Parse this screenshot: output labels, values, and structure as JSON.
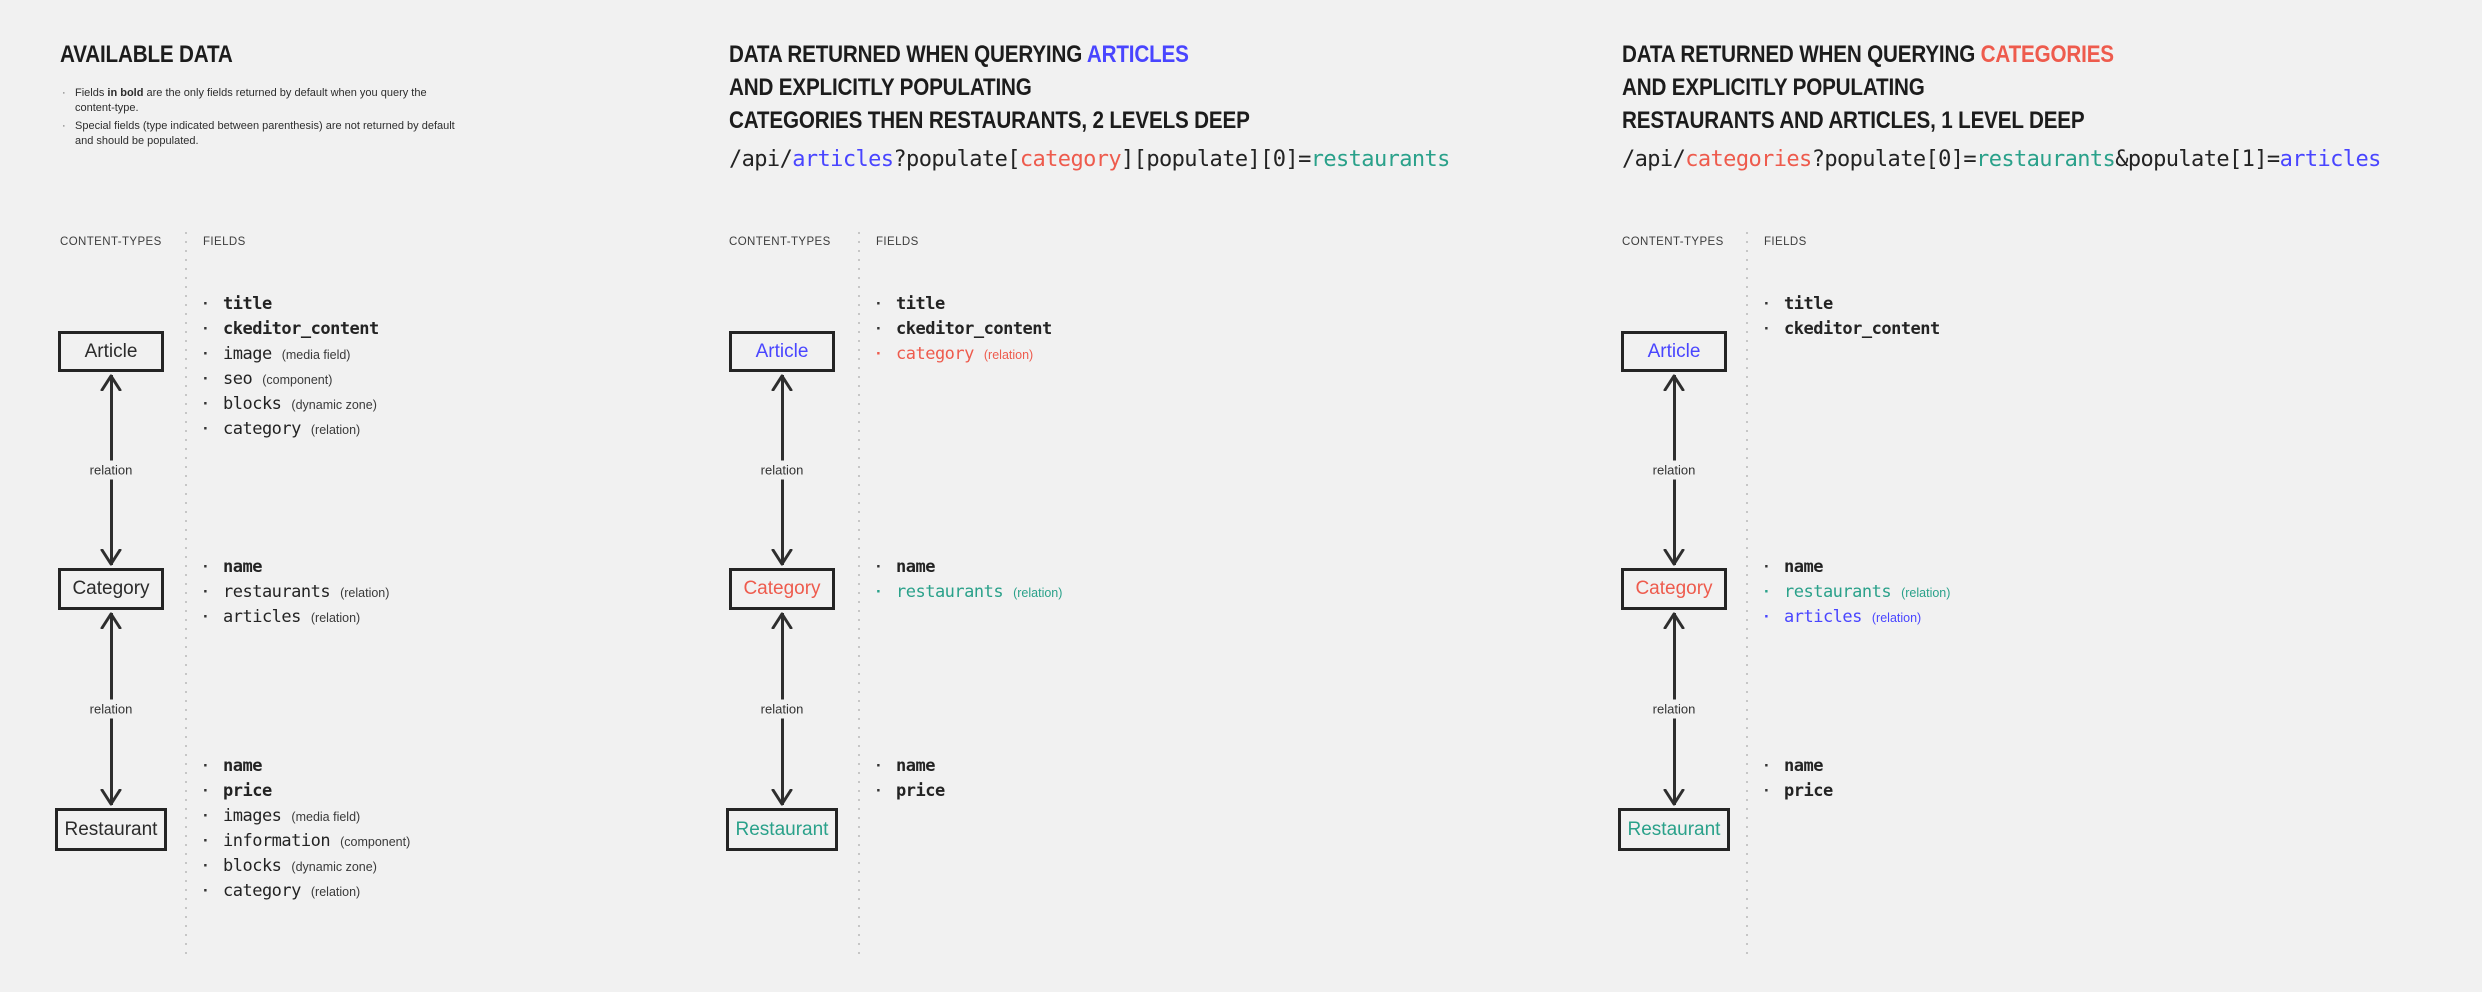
{
  "colors": {
    "blue": "#4945ff",
    "red": "#ee5b4d",
    "teal": "#2aa18a",
    "dark": "#212121",
    "background": "#f1f1f1"
  },
  "shared": {
    "content_types_label": "CONTENT-TYPES",
    "fields_label": "FIELDS",
    "relation_label": "relation"
  },
  "columns": [
    {
      "id": "available-data",
      "title_lines": [
        {
          "text": "AVAILABLE DATA"
        }
      ],
      "notes": [
        {
          "parts": [
            {
              "text": "Fields "
            },
            {
              "text": "in bold",
              "bold": true
            },
            {
              "text": " are the only fields returned by default when you query the content-type."
            }
          ]
        },
        {
          "parts": [
            {
              "text": "Special fields (type indicated between parenthesis) are not returned by default and should be populated."
            }
          ]
        }
      ],
      "code": null,
      "boxes": [
        {
          "label": "Article",
          "color": null
        },
        {
          "label": "Category",
          "color": null
        },
        {
          "label": "Restaurant",
          "color": null
        }
      ],
      "fields": {
        "article": [
          {
            "name": "title",
            "bold": true,
            "type": null,
            "color": null
          },
          {
            "name": "ckeditor_content",
            "bold": true,
            "type": null,
            "color": null
          },
          {
            "name": "image",
            "bold": false,
            "type": "(media field)",
            "color": null
          },
          {
            "name": "seo",
            "bold": false,
            "type": "(component)",
            "color": null
          },
          {
            "name": "blocks",
            "bold": false,
            "type": "(dynamic zone)",
            "color": null
          },
          {
            "name": "category",
            "bold": false,
            "type": "(relation)",
            "color": null
          }
        ],
        "category": [
          {
            "name": "name",
            "bold": true,
            "type": null,
            "color": null
          },
          {
            "name": "restaurants",
            "bold": false,
            "type": "(relation)",
            "color": null
          },
          {
            "name": "articles",
            "bold": false,
            "type": "(relation)",
            "color": null
          }
        ],
        "restaurant": [
          {
            "name": "name",
            "bold": true,
            "type": null,
            "color": null
          },
          {
            "name": "price",
            "bold": true,
            "type": null,
            "color": null
          },
          {
            "name": "images",
            "bold": false,
            "type": "(media field)",
            "color": null
          },
          {
            "name": "information",
            "bold": false,
            "type": "(component)",
            "color": null
          },
          {
            "name": "blocks",
            "bold": false,
            "type": "(dynamic zone)",
            "color": null
          },
          {
            "name": "category",
            "bold": false,
            "type": "(relation)",
            "color": null
          }
        ]
      }
    },
    {
      "id": "query-articles",
      "title_lines": [
        {
          "text": "DATA RETURNED WHEN QUERYING ",
          "highlight": "ARTICLES",
          "highlight_color": "blue"
        },
        {
          "text": "AND EXPLICITLY POPULATING"
        },
        {
          "text": "CATEGORIES THEN RESTAURANTS, 2 LEVELS DEEP"
        }
      ],
      "notes": null,
      "code": [
        {
          "text": "/api/",
          "color": null
        },
        {
          "text": "articles",
          "color": "blue"
        },
        {
          "text": "?populate[",
          "color": null
        },
        {
          "text": "category",
          "color": "red"
        },
        {
          "text": "][populate][0]=",
          "color": null
        },
        {
          "text": "restaurants",
          "color": "teal"
        }
      ],
      "boxes": [
        {
          "label": "Article",
          "color": "blue"
        },
        {
          "label": "Category",
          "color": "red"
        },
        {
          "label": "Restaurant",
          "color": "teal"
        }
      ],
      "fields": {
        "article": [
          {
            "name": "title",
            "bold": true,
            "type": null,
            "color": null
          },
          {
            "name": "ckeditor_content",
            "bold": true,
            "type": null,
            "color": null
          },
          {
            "name": "category",
            "bold": false,
            "type": "(relation)",
            "color": "red"
          }
        ],
        "category": [
          {
            "name": "name",
            "bold": true,
            "type": null,
            "color": null
          },
          {
            "name": "restaurants",
            "bold": false,
            "type": "(relation)",
            "color": "teal"
          }
        ],
        "restaurant": [
          {
            "name": "name",
            "bold": true,
            "type": null,
            "color": null
          },
          {
            "name": "price",
            "bold": true,
            "type": null,
            "color": null
          }
        ]
      }
    },
    {
      "id": "query-categories",
      "title_lines": [
        {
          "text": "DATA RETURNED WHEN QUERYING ",
          "highlight": "CATEGORIES",
          "highlight_color": "red"
        },
        {
          "text": "AND EXPLICITLY POPULATING"
        },
        {
          "text": "RESTAURANTS AND ARTICLES, 1 LEVEL DEEP"
        }
      ],
      "notes": null,
      "code": [
        {
          "text": "/api/",
          "color": null
        },
        {
          "text": "categories",
          "color": "red"
        },
        {
          "text": "?populate[0]=",
          "color": null
        },
        {
          "text": "restaurants",
          "color": "teal"
        },
        {
          "text": "&populate[1]=",
          "color": null
        },
        {
          "text": "articles",
          "color": "blue"
        }
      ],
      "boxes": [
        {
          "label": "Article",
          "color": "blue"
        },
        {
          "label": "Category",
          "color": "red"
        },
        {
          "label": "Restaurant",
          "color": "teal"
        }
      ],
      "fields": {
        "article": [
          {
            "name": "title",
            "bold": true,
            "type": null,
            "color": null
          },
          {
            "name": "ckeditor_content",
            "bold": true,
            "type": null,
            "color": null
          }
        ],
        "category": [
          {
            "name": "name",
            "bold": true,
            "type": null,
            "color": null
          },
          {
            "name": "restaurants",
            "bold": false,
            "type": "(relation)",
            "color": "teal"
          },
          {
            "name": "articles",
            "bold": false,
            "type": "(relation)",
            "color": "blue"
          }
        ],
        "restaurant": [
          {
            "name": "name",
            "bold": true,
            "type": null,
            "color": null
          },
          {
            "name": "price",
            "bold": true,
            "type": null,
            "color": null
          }
        ]
      }
    }
  ]
}
